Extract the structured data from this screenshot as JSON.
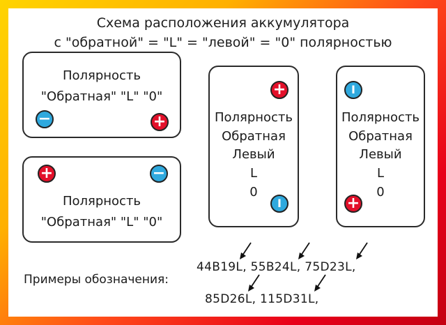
{
  "title": {
    "line1": "Схема расположения аккумулятора",
    "line2": "с  \"обратной\" = \"L\" = \"левой\" = \"0\" полярностью"
  },
  "box_top_left": {
    "line1": "Полярность",
    "line2": "\"Обратная\" \"L\" \"0\"",
    "left_terminal": "−",
    "right_terminal": "+"
  },
  "box_bottom_left": {
    "line1": "Полярность",
    "line2": "\"Обратная\" \"L\" \"0\"",
    "left_terminal": "+",
    "right_terminal": "−"
  },
  "box_tall_middle": {
    "lines": [
      "Полярность",
      "Обратная",
      "Левый",
      "L",
      "0"
    ],
    "top_terminal": "+",
    "bottom_terminal": "I"
  },
  "box_tall_right": {
    "lines": [
      "Полярность",
      "Обратная",
      "Левый",
      "L",
      "0"
    ],
    "top_terminal": "I",
    "bottom_terminal": "+"
  },
  "examples": {
    "label": "Примеры обозначения:",
    "row1": "44B19L, 55B24L, 75D23L,",
    "row2": "85D26L, 115D31L,"
  },
  "colors": {
    "plus_terminal": "#e3102a",
    "minus_terminal": "#2fa9de",
    "arrow": "#111111"
  }
}
